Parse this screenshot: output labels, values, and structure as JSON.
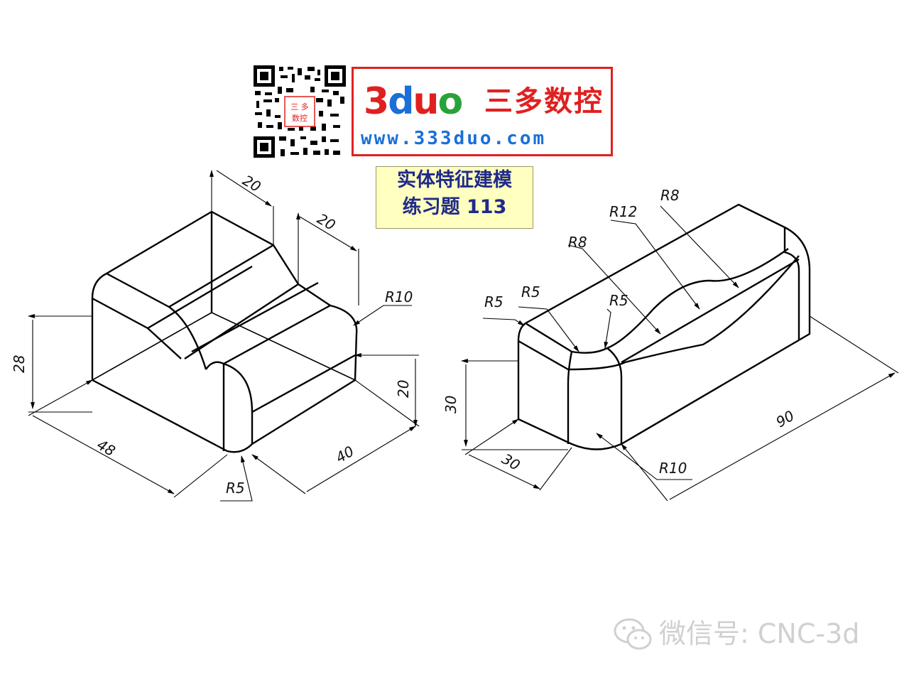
{
  "banner": {
    "logo_parts": [
      "3",
      "d",
      "u",
      "o"
    ],
    "brand_cn": "三多数控",
    "url": "www.333duo.com",
    "qr_stamp_lines": [
      "三 多",
      "数控"
    ]
  },
  "title": {
    "line1": "实体特征建模",
    "line2": "练习题 113"
  },
  "left_part": {
    "dims": {
      "top_width_a": "20",
      "top_width_b": "20",
      "height_total": "28",
      "length": "48",
      "width": "40",
      "height_step": "20",
      "radius_fillet": "R10",
      "radius_corner": "R5"
    }
  },
  "right_part": {
    "dims": {
      "r_top": "R8",
      "r_mid": "R12",
      "r_left": "R8",
      "r_edge_a": "R5",
      "r_edge_b": "R5",
      "r_edge_c": "R5",
      "height": "30",
      "width": "30",
      "length": "90",
      "r_bottom": "R10"
    }
  },
  "watermark": {
    "text": "微信号: CNC-3d"
  },
  "colors": {
    "brand_red": "#e02020",
    "brand_blue": "#1a6fd8",
    "brand_green": "#2aa23a",
    "title_bg": "#ffffc0",
    "title_text": "#1f2a8a",
    "line": "#000000",
    "watermark": "#d0d0d0"
  }
}
